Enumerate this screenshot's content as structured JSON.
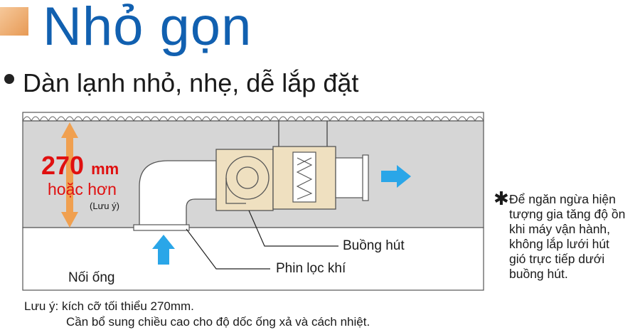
{
  "header": {
    "title": "Nhỏ gọn",
    "subtitle": "Dàn lạnh nhỏ, nhẹ, dễ lắp đặt"
  },
  "diagram": {
    "dimension_value": "270",
    "dimension_unit": "mm",
    "dimension_qualifier": "hoặc hơn",
    "dimension_note": "(Lưu ý)",
    "labels": {
      "suction_chamber": "Buồng hút",
      "air_filter": "Phin lọc khí",
      "duct_connection": "Nối ống"
    }
  },
  "side_note": {
    "marker": "✱",
    "lines": [
      "Để ngăn ngừa hiện",
      "tượng gia tăng độ ồn",
      "khi máy vận hành,",
      "không lắp lưới hút",
      "gió trực tiếp dưới",
      "buồng hút."
    ]
  },
  "footer": {
    "line1": "Lưu ý: kích cỡ tối thiểu 270mm.",
    "line2": "Cần bổ sung chiều cao cho độ dốc ống xả và cách nhiệt."
  },
  "colors": {
    "title": "#1160b0",
    "accent_orange": "#f0a050",
    "dimension_red": "#e01010",
    "airflow_blue": "#2aa6e8",
    "ceiling_fill": "#d6d6d6",
    "unit_fill": "#efe0c0"
  }
}
